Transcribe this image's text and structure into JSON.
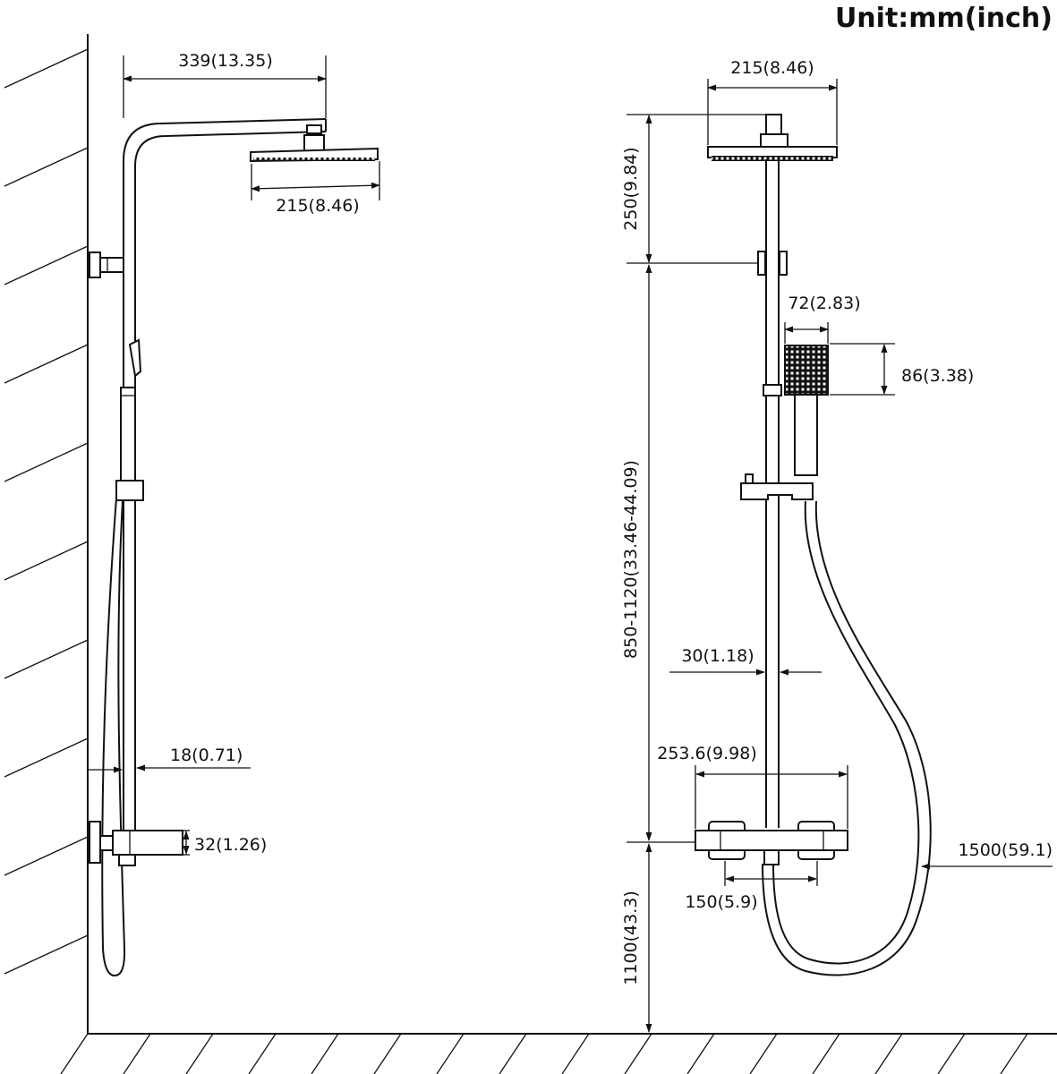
{
  "unit_label": "Unit:mm(inch)",
  "side_view": {
    "arm_length": "339(13.35)",
    "head_width": "215(8.46)",
    "wall_gap": "18(0.71)",
    "valve_height": "32(1.26)"
  },
  "front_view": {
    "head_width": "215(8.46)",
    "head_to_bracket": "250(9.84)",
    "bar_height": "850-1120(33.46-44.09)",
    "handshower_width": "72(2.83)",
    "handshower_height": "86(3.38)",
    "pipe_diameter": "30(1.18)",
    "valve_width": "253.6(9.98)",
    "hose_length": "1500(59.1)",
    "inlet_centers": "150(5.9)",
    "valve_height_from_floor": "1100(43.3)"
  }
}
